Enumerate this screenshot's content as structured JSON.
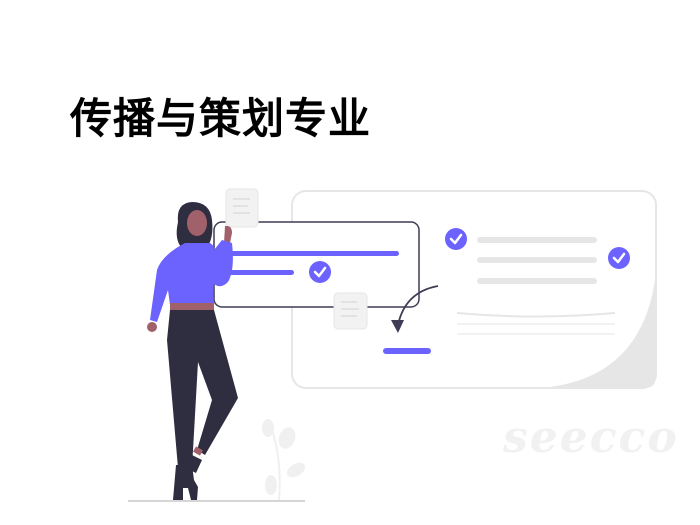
{
  "page": {
    "title": "传播与策划专业",
    "watermark": "seecco"
  },
  "illustration": {
    "description": "Woman standing next to checklist cards",
    "colors": {
      "accent": "#6c63ff",
      "dark": "#2f2e41",
      "skin": "#a0616a",
      "light_gray": "#e6e6e6",
      "card_border": "#3f3d56"
    },
    "front_card": {
      "checked_items": 1
    },
    "back_card": {
      "checked_items": 2
    }
  }
}
